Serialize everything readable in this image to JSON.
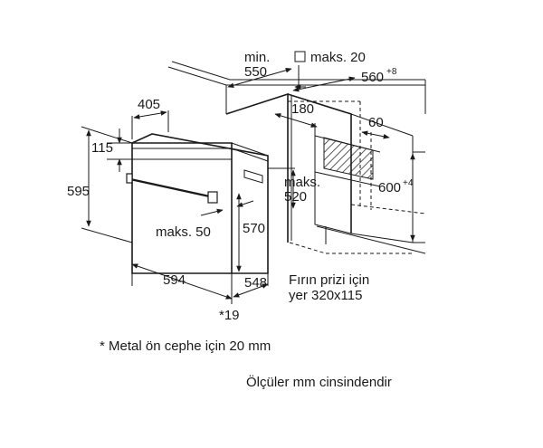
{
  "dimensions": {
    "min_label": "min.",
    "d550": "550",
    "maks20": "maks. 20",
    "d560": "560",
    "d560_sup": "+8",
    "d405": "405",
    "d180": "180",
    "d60": "60",
    "d115": "115",
    "d595": "595",
    "maks520_label": "maks.",
    "d520": "520",
    "d600": "600",
    "d600_sup": "+4",
    "maks50": "maks. 50",
    "d570": "570",
    "d594": "594",
    "d548": "548",
    "socket_line1": "Fırın prizi için",
    "socket_line2": "yer 320x115",
    "star19": "*19"
  },
  "notes": {
    "metal_front": "* Metal ön cephe için 20 mm",
    "units": "Ölçüler mm cinsindendir"
  }
}
